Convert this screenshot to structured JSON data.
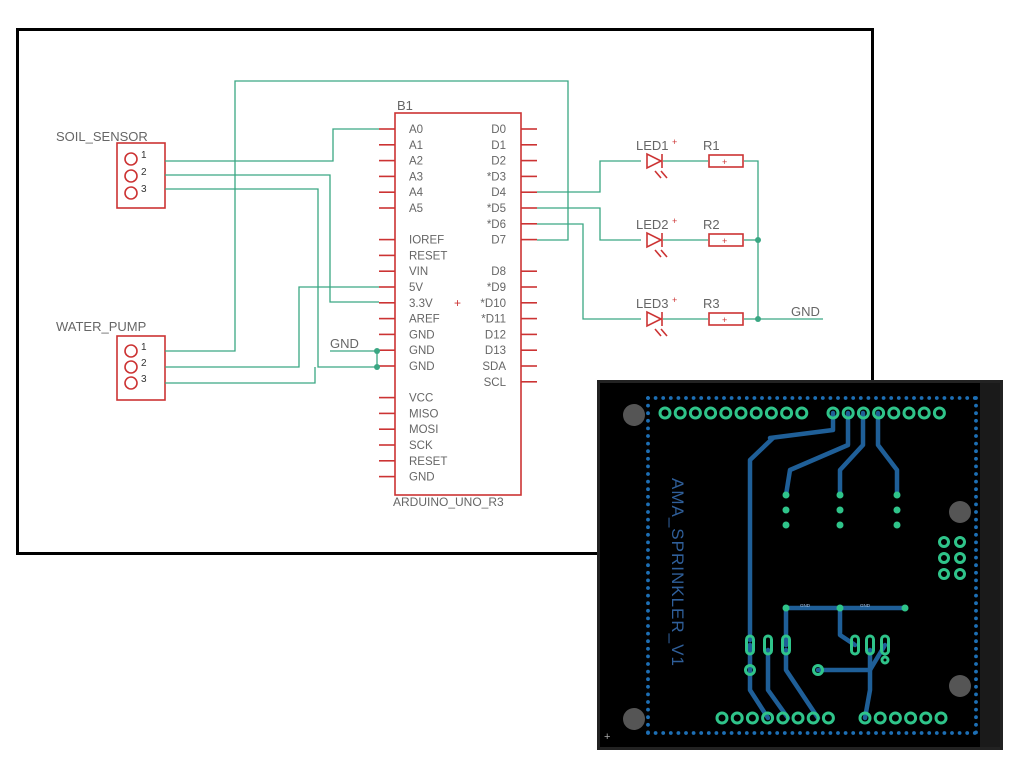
{
  "schematic": {
    "arduino": {
      "ref": "B1",
      "value": "ARDUINO_UNO_R3",
      "left_pins": [
        "A0",
        "A1",
        "A2",
        "A3",
        "A4",
        "A5",
        "",
        "IOREF",
        "RESET",
        "VIN",
        "5V",
        "3.3V",
        "AREF",
        "GND",
        "GND",
        "GND",
        "",
        "VCC",
        "MISO",
        "MOSI",
        "SCK",
        "RESET",
        "GND"
      ],
      "right_pins": [
        "D0",
        "D1",
        "D2",
        "*D3",
        "D4",
        "*D5",
        "*D6",
        "D7",
        "",
        "D8",
        "*D9",
        "*D10",
        "*D11",
        "D12",
        "D13",
        "SDA",
        "SCL"
      ]
    },
    "soil_sensor": {
      "label": "SOIL_SENSOR",
      "pins": [
        "1",
        "2",
        "3"
      ]
    },
    "water_pump": {
      "label": "WATER_PUMP",
      "pins": [
        "1",
        "2",
        "3"
      ]
    },
    "leds": [
      {
        "led": "LED1",
        "res": "R1"
      },
      {
        "led": "LED2",
        "res": "R2"
      },
      {
        "led": "LED3",
        "res": "R3"
      }
    ],
    "gnd_label": "GND",
    "gnd_label_right": "GND"
  },
  "pcb": {
    "board_text": "AMA_SPRINKLER_V1",
    "trace_labels": {
      "gnd1": "GND",
      "gnd2": "GND"
    },
    "colors": {
      "board": "#000000",
      "trace": "#1f5f98",
      "pad": "#2fc48a",
      "outline": "#1d6fb5"
    }
  },
  "colors": {
    "wire": "#3aa783",
    "part": "#cc3333",
    "text": "#666666"
  }
}
